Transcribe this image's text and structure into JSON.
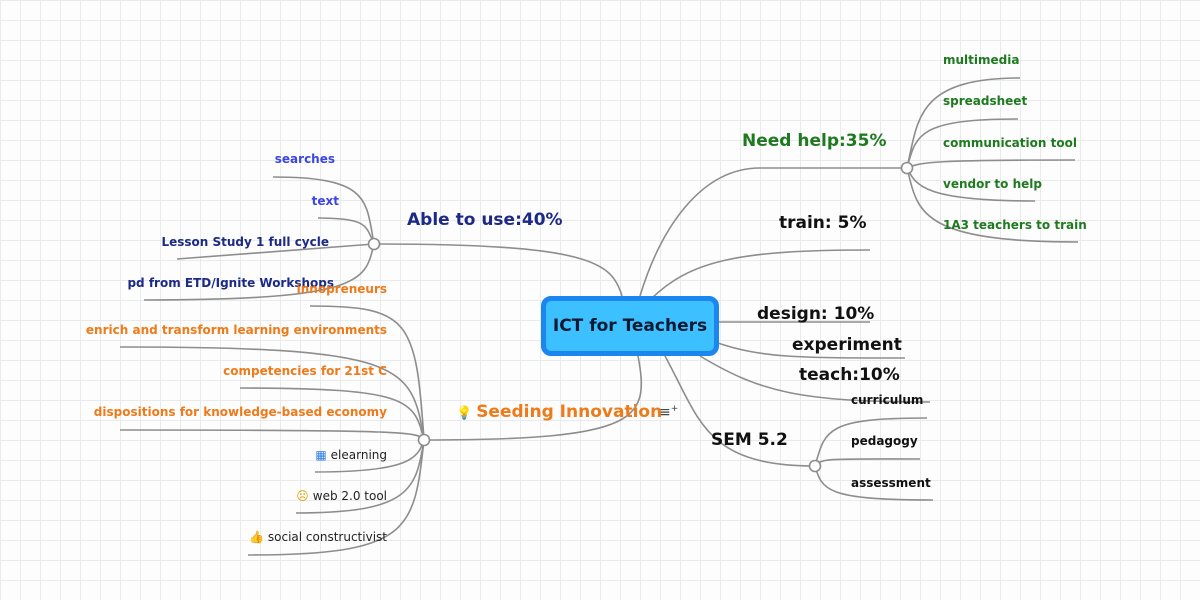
{
  "central": "ICT for Teachers",
  "branches": {
    "need_help": {
      "label": "Need help:35%",
      "children": [
        "multimedia",
        "spreadsheet",
        "communication tool",
        "vendor to help",
        "1A3 teachers to train"
      ]
    },
    "train": {
      "label": "train: 5%"
    },
    "design": {
      "label": "design: 10%"
    },
    "experiment": {
      "label": "experiment"
    },
    "teach": {
      "label": "teach:10%"
    },
    "sem": {
      "label": "SEM 5.2",
      "children": [
        "curriculum",
        "pedagogy",
        "assessment"
      ]
    },
    "able_to_use": {
      "label": "Able to use:40%",
      "children": [
        "searches",
        "text",
        "Lesson Study 1 full cycle",
        "pd from ETD/Ignite Workshops"
      ]
    },
    "seeding": {
      "label": "Seeding Innovation",
      "children": [
        "innopreneurs",
        "enrich and transform learning environments",
        "competencies for 21st C",
        "dispositions for knowledge-based economy",
        "elearning",
        "web 2.0 tool",
        "social constructivist"
      ]
    }
  },
  "icons": {
    "seeding": "lightbulb-icon",
    "elearning": "windows-logo-icon",
    "web20": "sad-face-icon",
    "social": "thumbs-up-icon",
    "note": "note-icon"
  },
  "colors": {
    "central_fill": "#3cc0ff",
    "central_border": "#1a86ee",
    "need_help": "#1f7a1f",
    "able_to_use": "#1c2a86",
    "able_children_light": "#3c46e0",
    "seeding": "#ee7a1a",
    "connector": "#8a8a8a"
  }
}
